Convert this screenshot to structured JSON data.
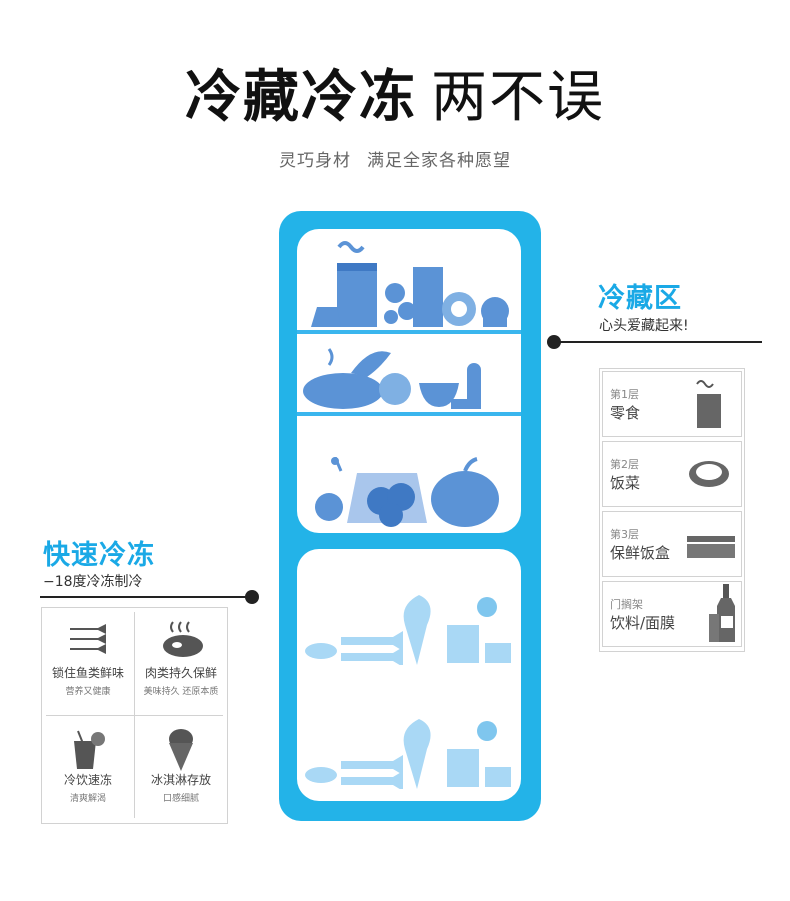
{
  "heading": {
    "title_main": "冷藏冷冻",
    "title_tail": "两不误",
    "subtitle_a": "灵巧身材",
    "subtitle_b": "满足全家各种愿望"
  },
  "colors": {
    "accent": "#1aa9e6",
    "fridge_body": "#23b3e8",
    "fridge_food": "#5b93d6",
    "freezer_food": "#a9d8f5"
  },
  "fridge_zone": {
    "title": "冷藏区",
    "subtitle": "心头爱藏起来!",
    "items": [
      {
        "level": "第1层",
        "name": "零食",
        "icon": "snack-bag-icon"
      },
      {
        "level": "第2层",
        "name": "饭菜",
        "icon": "dish-bowl-icon"
      },
      {
        "level": "第3层",
        "name": "保鲜饭盒",
        "icon": "food-box-icon"
      },
      {
        "level": "门搁架",
        "name": "饮料/面膜",
        "icon": "bottles-icon"
      }
    ]
  },
  "freezer_zone": {
    "title": "快速冷冻",
    "subtitle": "−18度冷冻制冷",
    "items": [
      {
        "name": "锁住鱼类鲜味",
        "desc": "营养又健康",
        "icon": "fish-icon"
      },
      {
        "name": "肉类持久保鲜",
        "desc": "美味持久 还原本质",
        "icon": "steak-icon"
      },
      {
        "name": "冷饮速冻",
        "desc": "清爽解渴",
        "icon": "cold-drink-icon"
      },
      {
        "name": "冰淇淋存放",
        "desc": "口感细腻",
        "icon": "ice-cream-icon"
      }
    ]
  }
}
